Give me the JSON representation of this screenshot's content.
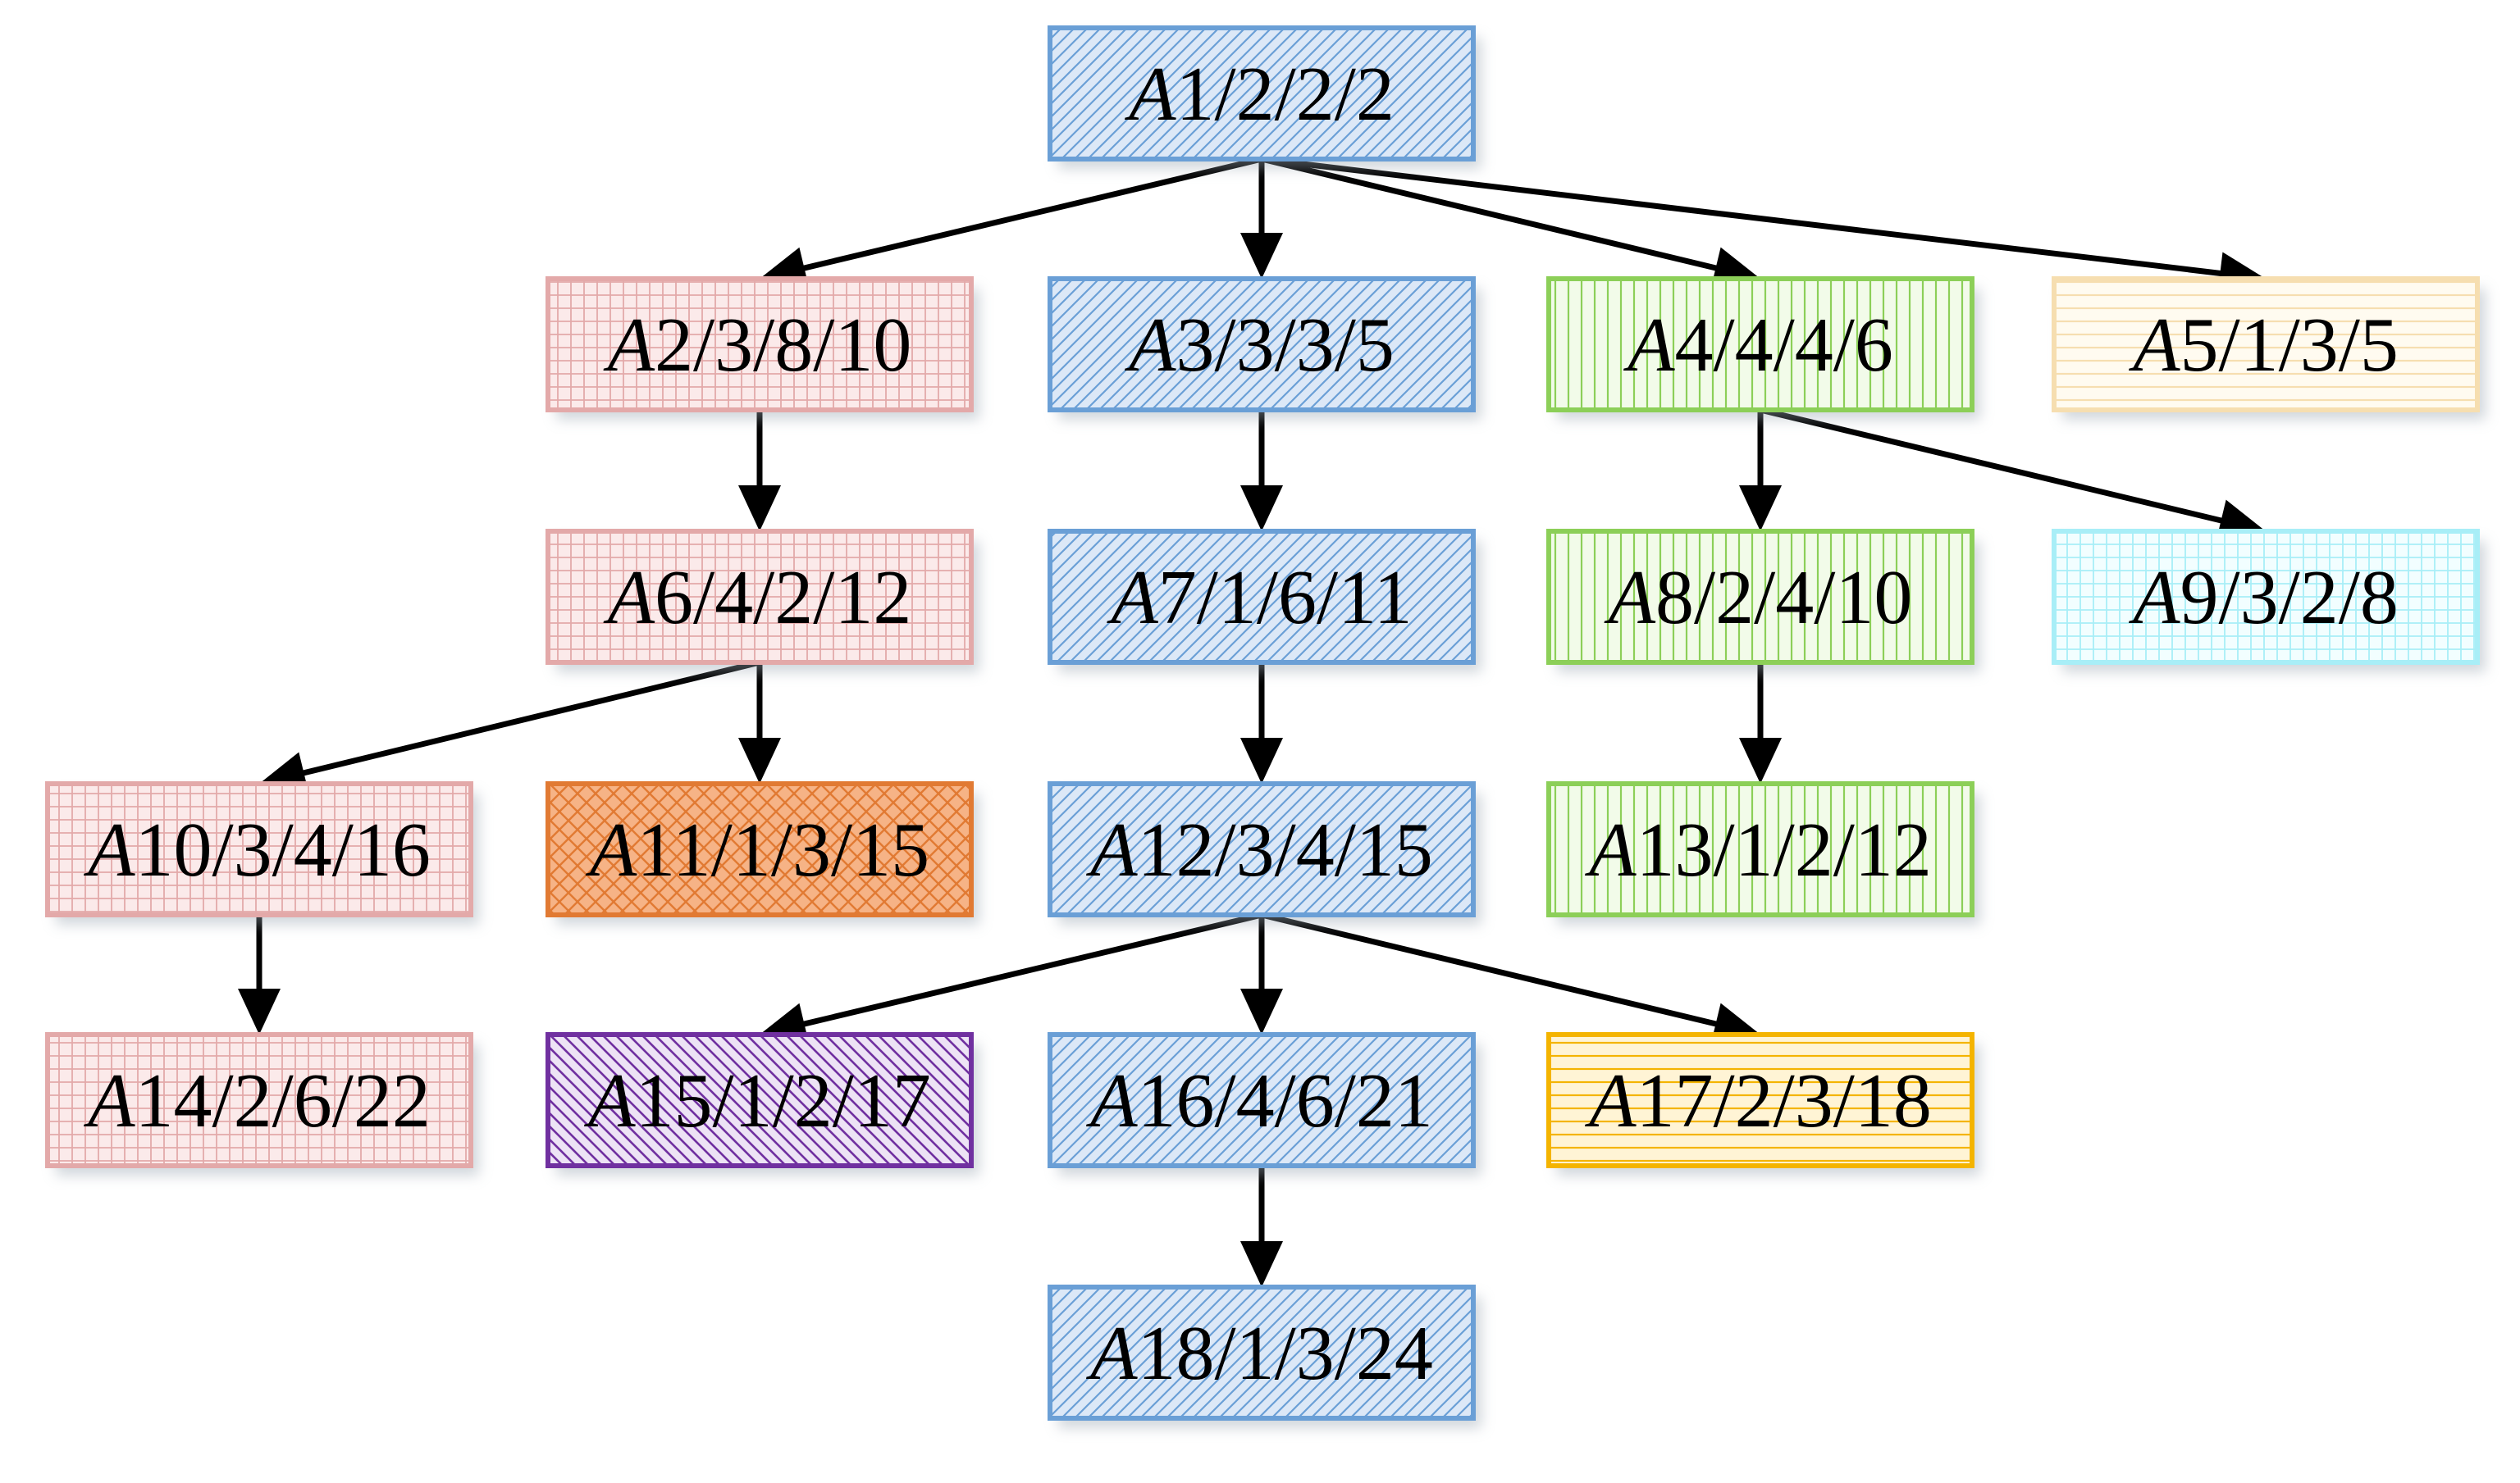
{
  "colors": {
    "blue": {
      "fill": "#dce8f7",
      "stroke": "#6a9fd6",
      "pattern_stroke": "#6a9fd6"
    },
    "pink": {
      "fill": "#fbeaea",
      "stroke": "#e3a9a9",
      "pattern_stroke": "#e3a9a9"
    },
    "green": {
      "fill": "#f2fbe9",
      "stroke": "#8ccf58",
      "pattern_stroke": "#8ccf58"
    },
    "cream": {
      "fill": "#fffbf0",
      "stroke": "#f6deb0",
      "pattern_stroke": "#f6deb0"
    },
    "cyan": {
      "fill": "#f2feff",
      "stroke": "#a8eef7",
      "pattern_stroke": "#a8eef7"
    },
    "orange": {
      "fill": "#f6b386",
      "stroke": "#e17a33",
      "pattern_stroke": "#e17a33"
    },
    "purple": {
      "fill": "#ede3f5",
      "stroke": "#7030a0",
      "pattern_stroke": "#7030a0"
    },
    "gold": {
      "fill": "#fff4d5",
      "stroke": "#f4b400",
      "pattern_stroke": "#f4b400"
    }
  },
  "nodes": [
    {
      "id": "A1",
      "var": "A",
      "num": "1/2/2/2",
      "color": "blue",
      "pattern": "diag"
    },
    {
      "id": "A2",
      "var": "A",
      "num": "2/3/8/10",
      "color": "pink",
      "pattern": "grid"
    },
    {
      "id": "A3",
      "var": "A",
      "num": "3/3/3/5",
      "color": "blue",
      "pattern": "diag"
    },
    {
      "id": "A4",
      "var": "A",
      "num": "4/4/4/6",
      "color": "green",
      "pattern": "vert"
    },
    {
      "id": "A5",
      "var": "A",
      "num": "5/1/3/5",
      "color": "cream",
      "pattern": "horiz"
    },
    {
      "id": "A6",
      "var": "A",
      "num": "6/4/2/12",
      "color": "pink",
      "pattern": "grid"
    },
    {
      "id": "A7",
      "var": "A",
      "num": "7/1/6/11",
      "color": "blue",
      "pattern": "diag"
    },
    {
      "id": "A8",
      "var": "A",
      "num": "8/2/4/10",
      "color": "green",
      "pattern": "vert"
    },
    {
      "id": "A9",
      "var": "A",
      "num": "9/3/2/8",
      "color": "cyan",
      "pattern": "grid"
    },
    {
      "id": "A10",
      "var": "A",
      "num": "10/3/4/16",
      "color": "pink",
      "pattern": "grid"
    },
    {
      "id": "A11",
      "var": "A",
      "num": "11/1/3/15",
      "color": "orange",
      "pattern": "cross"
    },
    {
      "id": "A12",
      "var": "A",
      "num": "12/3/4/15",
      "color": "blue",
      "pattern": "diag"
    },
    {
      "id": "A13",
      "var": "A",
      "num": "13/1/2/12",
      "color": "green",
      "pattern": "vert"
    },
    {
      "id": "A14",
      "var": "A",
      "num": "14/2/6/22",
      "color": "pink",
      "pattern": "grid"
    },
    {
      "id": "A15",
      "var": "A",
      "num": "15/1/2/17",
      "color": "purple",
      "pattern": "bdiag"
    },
    {
      "id": "A16",
      "var": "A",
      "num": "16/4/6/21",
      "color": "blue",
      "pattern": "diag"
    },
    {
      "id": "A17",
      "var": "A",
      "num": "17/2/3/18",
      "color": "gold",
      "pattern": "horiz"
    },
    {
      "id": "A18",
      "var": "A",
      "num": "18/1/3/24",
      "color": "blue",
      "pattern": "diag"
    }
  ],
  "edges": [
    [
      "A1",
      "A2"
    ],
    [
      "A1",
      "A3"
    ],
    [
      "A1",
      "A4"
    ],
    [
      "A1",
      "A5"
    ],
    [
      "A2",
      "A6"
    ],
    [
      "A3",
      "A7"
    ],
    [
      "A4",
      "A8"
    ],
    [
      "A4",
      "A9"
    ],
    [
      "A6",
      "A10"
    ],
    [
      "A6",
      "A11"
    ],
    [
      "A7",
      "A12"
    ],
    [
      "A8",
      "A13"
    ],
    [
      "A10",
      "A14"
    ],
    [
      "A12",
      "A15"
    ],
    [
      "A12",
      "A16"
    ],
    [
      "A12",
      "A17"
    ],
    [
      "A16",
      "A18"
    ]
  ]
}
